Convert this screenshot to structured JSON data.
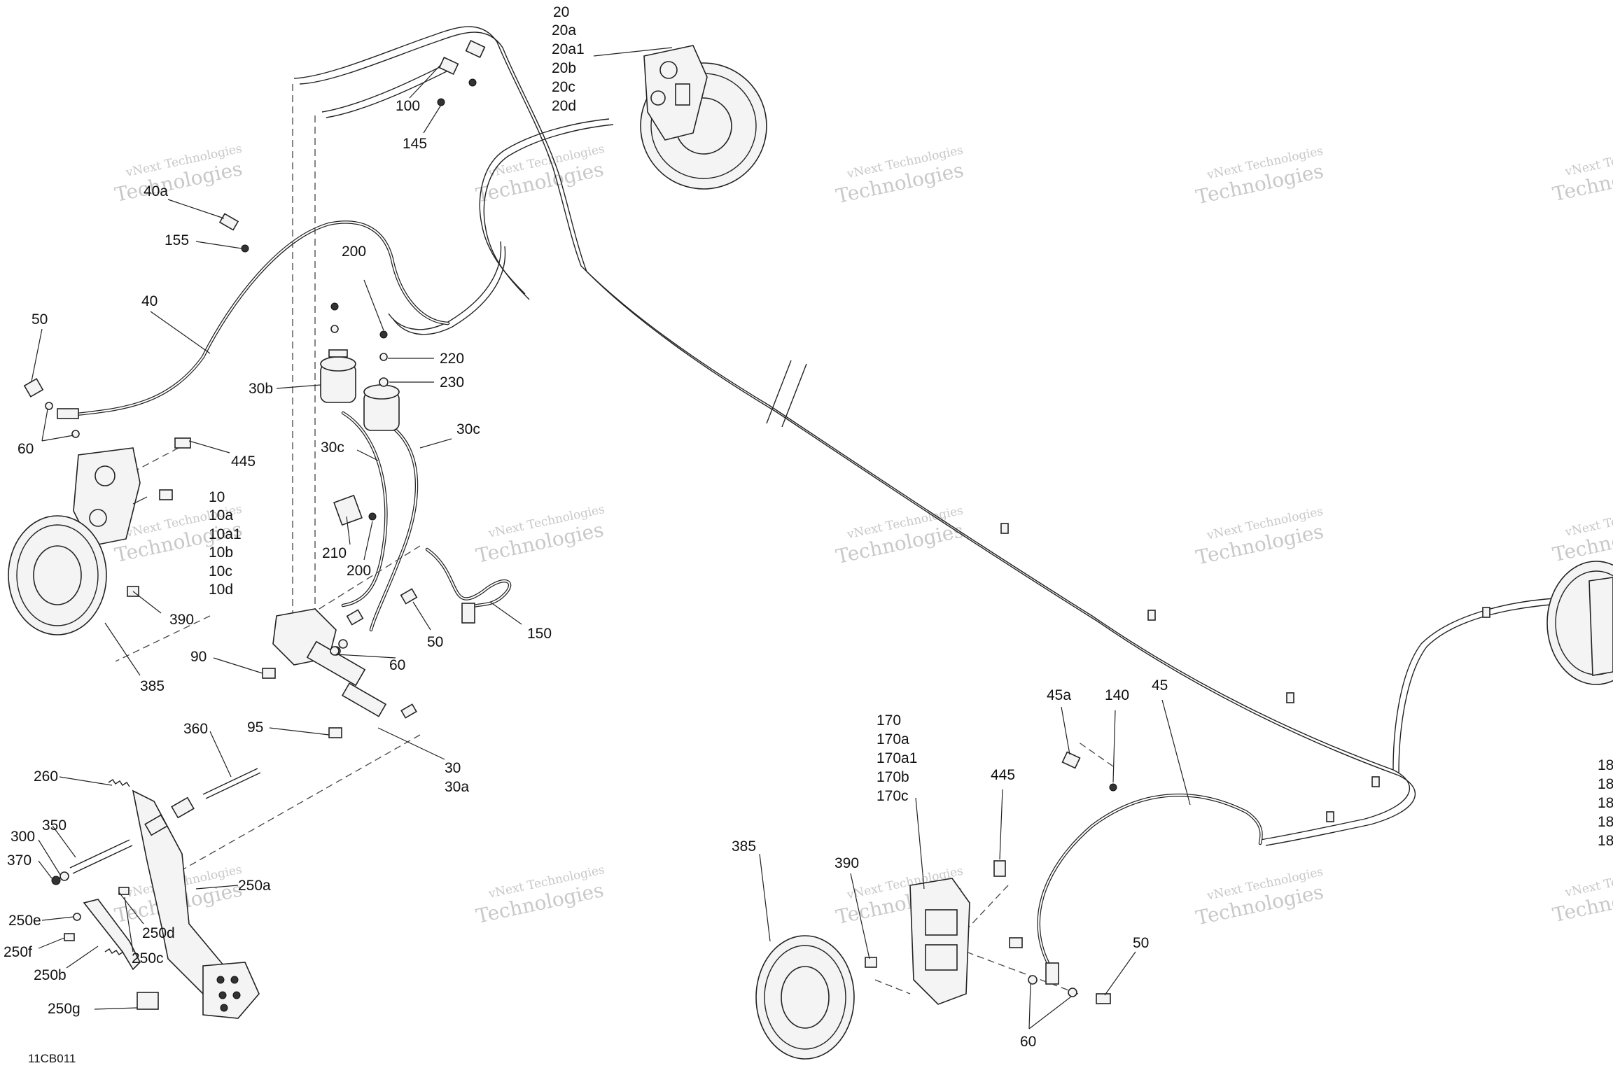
{
  "diagram_code": "11CB011",
  "watermark": {
    "line1": "vNext Technologies",
    "line2": "Technologies"
  },
  "labels": {
    "l20": "20",
    "l20a": "20a",
    "l20a1": "20a1",
    "l20b": "20b",
    "l20c": "20c",
    "l20d": "20d",
    "l100": "100",
    "l145": "145",
    "l40a": "40a",
    "l155": "155",
    "l40": "40",
    "l50_top": "50",
    "l60_left": "60",
    "l200_top": "200",
    "l220": "220",
    "l230": "230",
    "l30b": "30b",
    "l30c_left": "30c",
    "l30c_right": "30c",
    "l445_top": "445",
    "l10": "10",
    "l10a": "10a",
    "l10a1": "10a1",
    "l10b": "10b",
    "l10c": "10c",
    "l10d": "10d",
    "l210": "210",
    "l200_mid": "200",
    "l390_left": "390",
    "l385_left": "385",
    "l50_mid": "50",
    "l150": "150",
    "l60_mid": "60",
    "l90": "90",
    "l95": "95",
    "l30": "30",
    "l30a": "30a",
    "l360": "360",
    "l260": "260",
    "l350": "350",
    "l300": "300",
    "l370": "370",
    "l250a": "250a",
    "l250e": "250e",
    "l250d": "250d",
    "l250f": "250f",
    "l250c": "250c",
    "l250b": "250b",
    "l250g": "250g",
    "l45a": "45a",
    "l140": "140",
    "l45": "45",
    "l170": "170",
    "l170a": "170a",
    "l170a1": "170a1",
    "l170b": "170b",
    "l170c": "170c",
    "l445_bot": "445",
    "l385_bot": "385",
    "l390_bot": "390",
    "l50_bot": "50",
    "l60_bot": "60",
    "r180": "18",
    "r180a": "18",
    "r180a1": "18",
    "r180b": "18",
    "r180c": "18"
  }
}
